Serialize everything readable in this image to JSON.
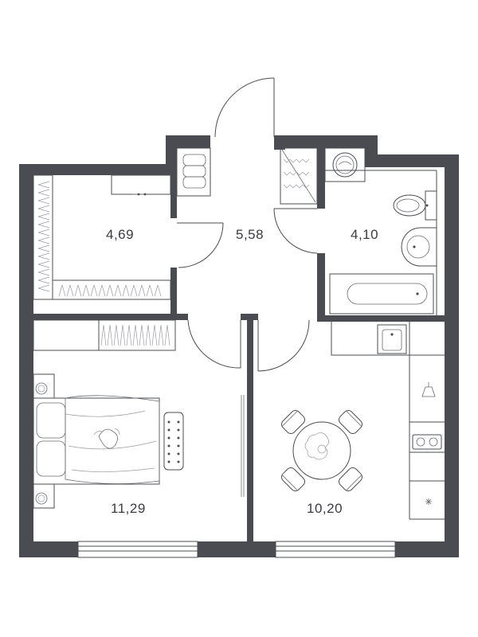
{
  "plan": {
    "rooms": [
      {
        "id": "walkin-closet",
        "area": "4,69"
      },
      {
        "id": "hallway",
        "area": "5,58"
      },
      {
        "id": "bathroom",
        "area": "4,10"
      },
      {
        "id": "bedroom",
        "area": "11,29"
      },
      {
        "id": "kitchen-living",
        "area": "10,20"
      }
    ],
    "colors": {
      "wall": "#4a4c52",
      "line": "#4a4c52",
      "background": "#ffffff"
    }
  }
}
